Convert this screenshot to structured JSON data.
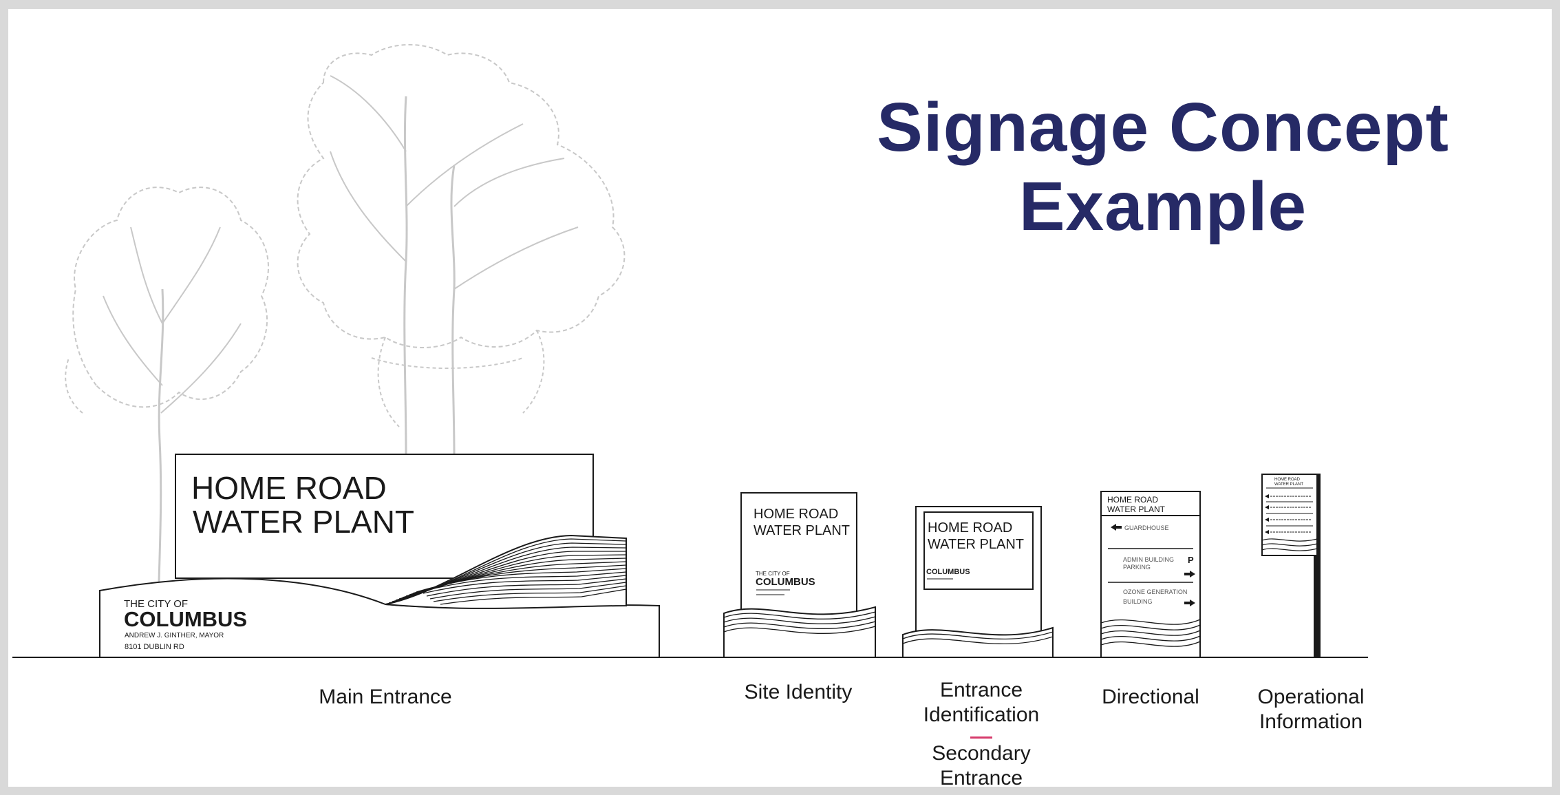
{
  "title": {
    "line1": "Signage Concept",
    "line2": "Example"
  },
  "colors": {
    "title": "#262a66",
    "frame": "#d9d9d9",
    "divider": "#d63a6b",
    "tree": "#c8c8c8",
    "line": "#1a1a1a"
  },
  "signs": {
    "main": {
      "name_line1": "HOME ROAD",
      "name_line2": "WATER PLANT",
      "city_small": "THE CITY OF",
      "city_big": "COLUMBUS",
      "mayor": "ANDREW J. GINTHER, MAYOR",
      "address": "8101 DUBLIN RD"
    },
    "site_identity": {
      "name_line1": "HOME ROAD",
      "name_line2": "WATER PLANT",
      "city_small": "THE CITY OF",
      "city_big": "COLUMBUS"
    },
    "entrance_identification": {
      "name_line1": "HOME ROAD",
      "name_line2": "WATER PLANT",
      "city_big": "COLUMBUS"
    },
    "directional": {
      "name_line1": "HOME ROAD",
      "name_line2": "WATER PLANT",
      "item1": "GUARDHOUSE",
      "item2_line1": "ADMIN BUILDING",
      "item2_line2": "PARKING",
      "parking_symbol": "P",
      "item3_line1": "OZONE GENERATION",
      "item3_line2": "BUILDING"
    },
    "operational": {
      "name_line1": "HOME ROAD",
      "name_line2": "WATER PLANT"
    }
  },
  "labels": {
    "main_entrance": "Main Entrance",
    "site_identity": "Site Identity",
    "entrance_identification_line1": "Entrance",
    "entrance_identification_line2": "Identification",
    "secondary_entrance_line1": "Secondary",
    "secondary_entrance_line2": "Entrance",
    "directional": "Directional",
    "operational_line1": "Operational",
    "operational_line2": "Information"
  }
}
